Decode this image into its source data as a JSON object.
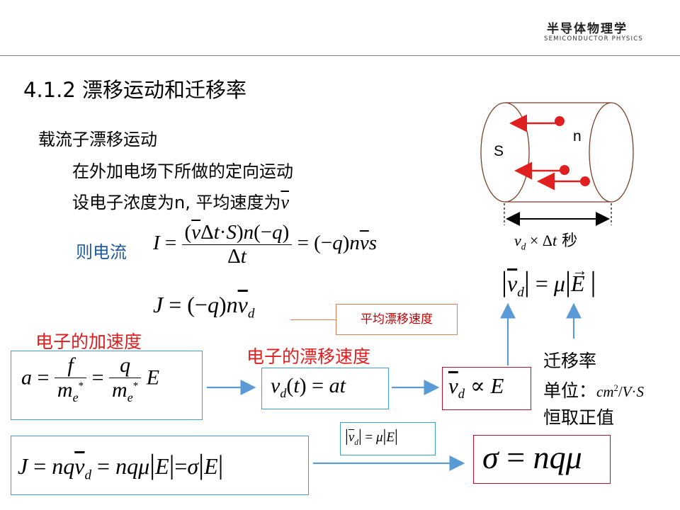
{
  "header": {
    "logo_cn": "半导体物理学",
    "logo_en": "SEMICONDUCTOR PHYSICS"
  },
  "slide": {
    "title": "4.1.2 漂移运动和迁移率",
    "bullet1": "载流子漂移运动",
    "sub1": "在外加电场下所做的定向运动",
    "sub2_prefix": "设电子浓度为n, 平均速度为",
    "sub2_var": "v",
    "current_label": "则电流",
    "drift_velocity_callout": "平均漂移速度",
    "accel_label": "电子的加速度",
    "drift_label": "电子的漂移速度",
    "mobility_title": "迁移率",
    "unit_label": "单位：",
    "positive_label": "恒取正值"
  },
  "diagram": {
    "label_S": "S",
    "label_n": "n",
    "time_label": "秒"
  },
  "colors": {
    "red": "#e02020",
    "blue_box": "#3fa0c8",
    "arrow_blue": "#5b9bd5",
    "dark_red_box": "#c0102b",
    "callout_border": "#e07b53",
    "cylinder": "#7b3f2a"
  }
}
